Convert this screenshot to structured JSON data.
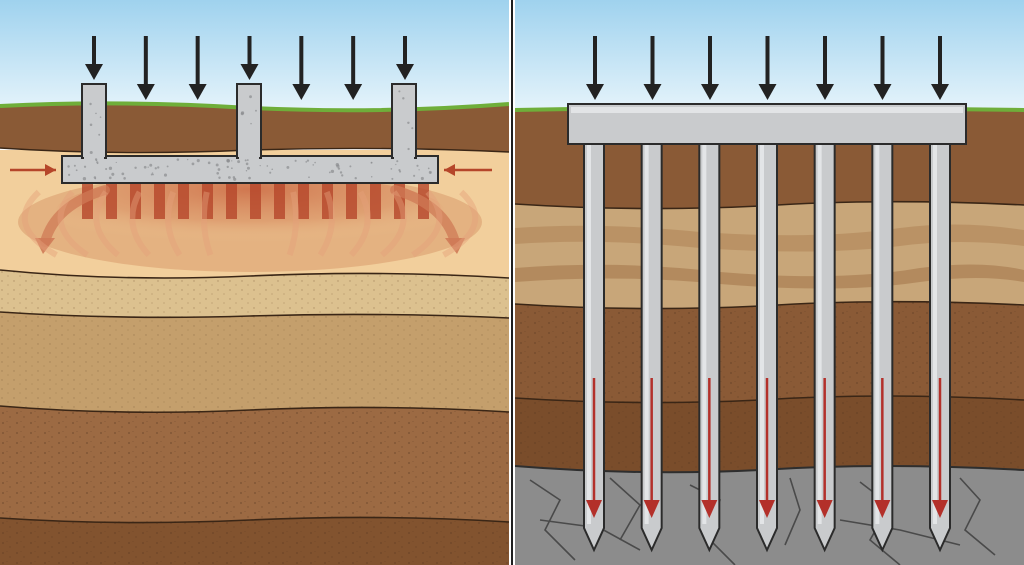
{
  "diagram": {
    "panels": [
      {
        "id": "shallow",
        "concept": "shallow-foundation",
        "load_arrow_count": 7,
        "pressure_bulb": true,
        "side_pressure_arrows": 2
      },
      {
        "id": "deep",
        "concept": "deep-pile-foundation",
        "load_arrow_count": 7,
        "pile_count": 7,
        "transfer_arrows": "downward-to-bedrock"
      }
    ],
    "colors": {
      "sky_top": "#9fd2ee",
      "sky_bottom": "#e6f4fb",
      "grass": "#6fae3a",
      "topsoil": "#8a5a36",
      "sand": "#f2cf9c",
      "tan_layer": "#dcc18f",
      "mid_layer": "#c49f6c",
      "clay": "#9c6a43",
      "deep_clay": "#82532f",
      "bedrock": "#8c8c8c",
      "concrete": "#c9cbcd",
      "concrete_edge": "#2b2b2b",
      "pressure": "#b5462a",
      "load_arrow": "#222222",
      "transfer_arrow": "#b3302a"
    }
  }
}
